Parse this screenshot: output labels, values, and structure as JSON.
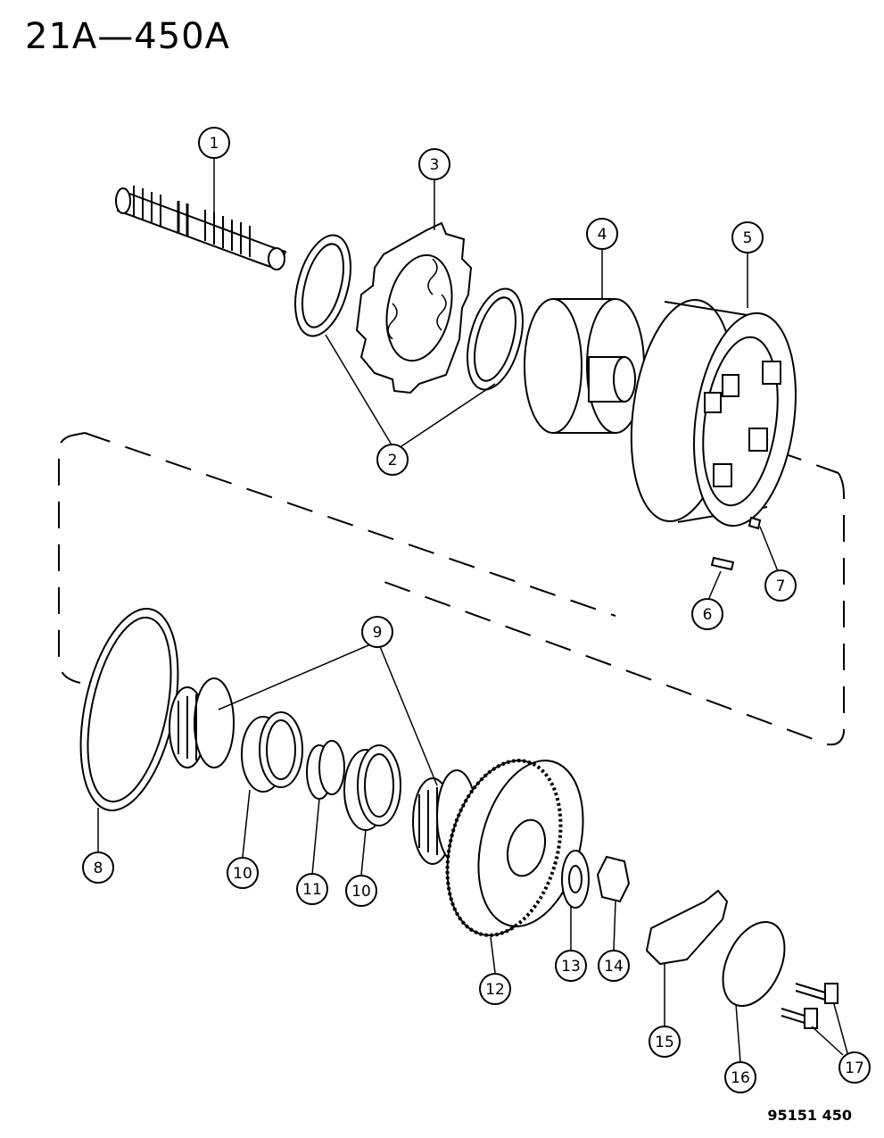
{
  "page_title": "21A—450A",
  "figure_code": "95151 450",
  "callouts": [
    "1",
    "2",
    "3",
    "4",
    "5",
    "6",
    "7",
    "8",
    "9",
    "10",
    "11",
    "10",
    "12",
    "13",
    "14",
    "15",
    "16",
    "17"
  ]
}
